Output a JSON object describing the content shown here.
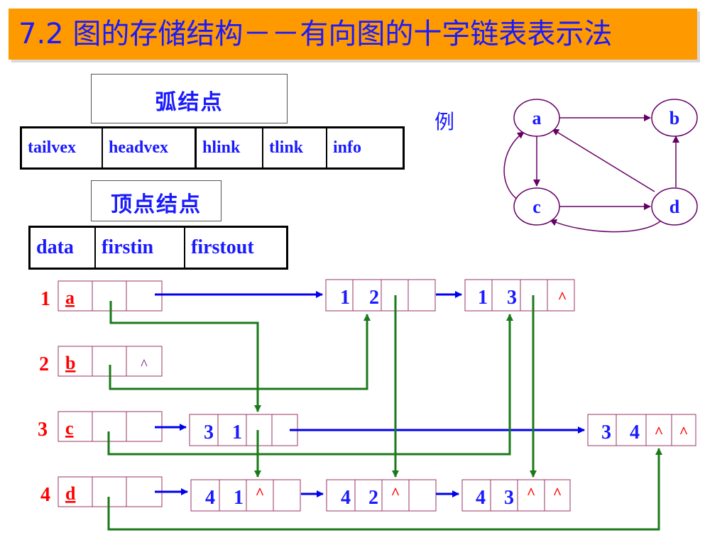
{
  "title": "7.2 图的存储结构－－有向图的十字链表表示法",
  "arc_node": {
    "label": "弧结点",
    "fields": [
      "tailvex",
      "headvex",
      "hlink",
      "tlink",
      "info"
    ]
  },
  "vertex_node": {
    "label": "顶点结点",
    "fields": [
      "data",
      "firstin",
      "firstout"
    ]
  },
  "example_label": "例",
  "example_graph": {
    "nodes": [
      "a",
      "b",
      "c",
      "d"
    ],
    "edges": [
      [
        "a",
        "b"
      ],
      [
        "a",
        "c"
      ],
      [
        "c",
        "a"
      ],
      [
        "c",
        "d"
      ],
      [
        "d",
        "a"
      ],
      [
        "d",
        "b"
      ],
      [
        "d",
        "c"
      ]
    ]
  },
  "vertices": [
    {
      "index": "1",
      "data": "a",
      "firstout": ""
    },
    {
      "index": "2",
      "data": "b",
      "firstout": "^"
    },
    {
      "index": "3",
      "data": "c",
      "firstout": ""
    },
    {
      "index": "4",
      "data": "d",
      "firstout": ""
    }
  ],
  "arcs": [
    {
      "tail": "1",
      "head": "2",
      "hlink": "",
      "tlink": ""
    },
    {
      "tail": "1",
      "head": "3",
      "hlink": "",
      "tlink": "^"
    },
    {
      "tail": "3",
      "head": "1",
      "hlink": "",
      "tlink": ""
    },
    {
      "tail": "3",
      "head": "4",
      "hlink": "^",
      "tlink": "^"
    },
    {
      "tail": "4",
      "head": "1",
      "hlink": "^",
      "tlink": ""
    },
    {
      "tail": "4",
      "head": "2",
      "hlink": "^",
      "tlink": ""
    },
    {
      "tail": "4",
      "head": "3",
      "hlink": "^",
      "tlink": "^"
    }
  ],
  "colors": {
    "title_bg": "#ff9900",
    "title_text": "#1a1aff",
    "index_red": "#ff0000",
    "outgoing_blue": "#0000ee",
    "incoming_green": "#1a7a1a",
    "cell_border": "#993366"
  }
}
